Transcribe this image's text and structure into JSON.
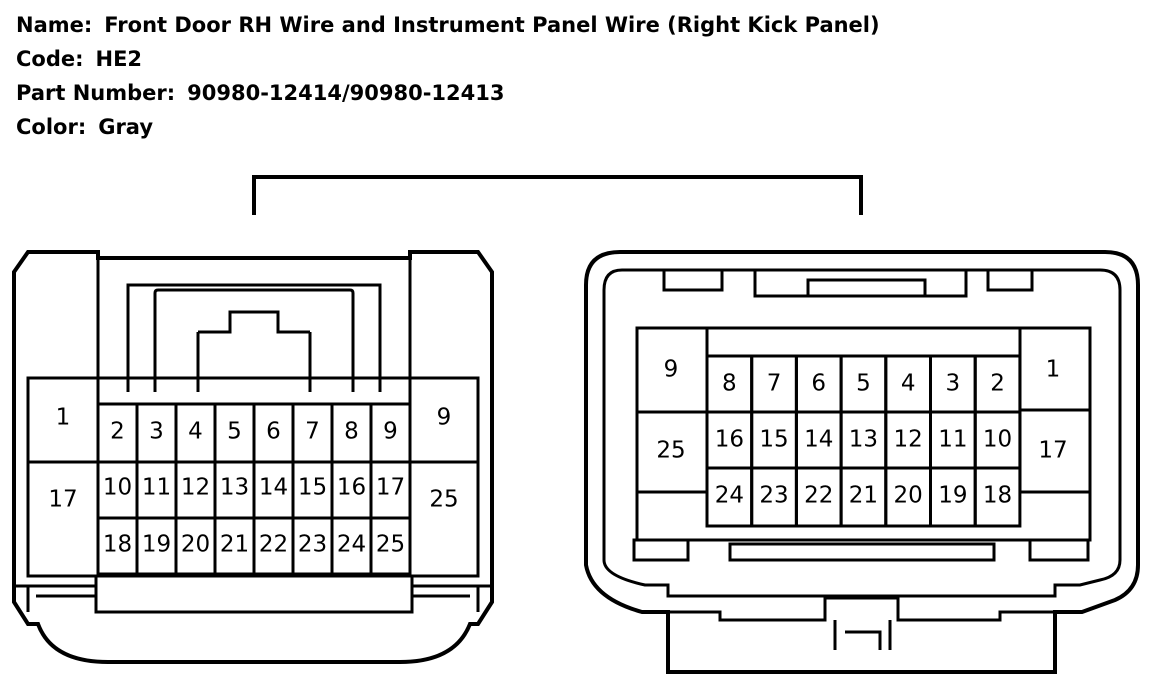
{
  "info": {
    "name_label": "Name:",
    "name_value": "Front Door RH Wire and Instrument Panel Wire (Right Kick Panel)",
    "code_label": "Code:",
    "code_value": "HE2",
    "part_label": "Part Number:",
    "part_value": "90980-12414/90980-12413",
    "color_label": "Color:",
    "color_value": "Gray"
  },
  "left_connector": {
    "pins": [
      "1",
      "2",
      "3",
      "4",
      "5",
      "6",
      "7",
      "8",
      "9",
      "10",
      "11",
      "12",
      "13",
      "14",
      "15",
      "16",
      "17",
      "18",
      "19",
      "20",
      "21",
      "22",
      "23",
      "24",
      "25"
    ]
  },
  "right_connector": {
    "pins": [
      "1",
      "2",
      "3",
      "4",
      "5",
      "6",
      "7",
      "8",
      "9",
      "10",
      "11",
      "12",
      "13",
      "14",
      "15",
      "16",
      "17",
      "18",
      "19",
      "20",
      "21",
      "22",
      "23",
      "24",
      "25"
    ]
  }
}
